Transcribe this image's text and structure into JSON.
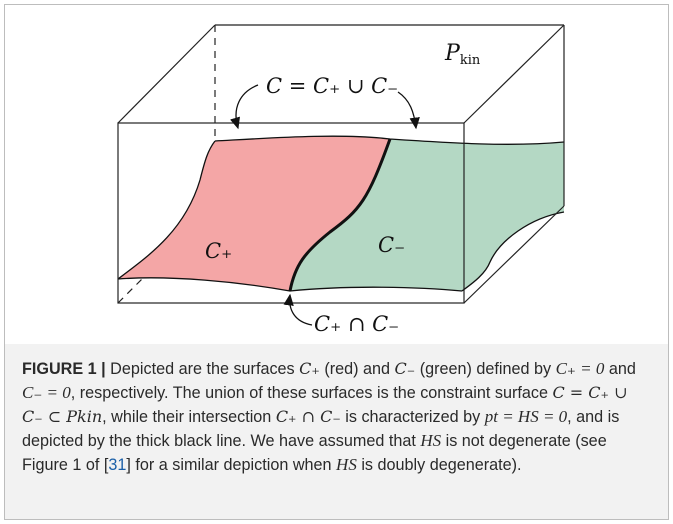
{
  "figure": {
    "labels": {
      "union_eq": "C = C₊ ∪ C₋",
      "c_plus": "C₊",
      "c_minus": "C₋",
      "intersection": "C₊ ∩ C₋",
      "p_kin": "P",
      "p_kin_sub": "kin"
    },
    "colors": {
      "red_surface": "#f4a6a6",
      "green_surface": "#b4d8c4",
      "edges": "#111111"
    }
  },
  "caption": {
    "label": "FIGURE 1 |",
    "segments": {
      "s1": " Depicted are the surfaces ",
      "m1": "C₊",
      "s2": " (red) and ",
      "m2": "C₋",
      "s3": " (green) defined by ",
      "m3": "C₊ = 0",
      "s4": " and ",
      "m4": "C₋ = 0",
      "s5": ", respectively. The union of these surfaces is the constraint surface ",
      "m5": "C = C₊ ∪ C₋ ⊂ Pkin",
      "s6": ", while their intersection ",
      "m6": "C₊ ∩ C₋",
      "s7": " is characterized by ",
      "m7": "pt = HS = 0",
      "s8": ", and is depicted by the thick black line. We have assumed that ",
      "m8": "HS",
      "s9": " is not degenerate (see Figure 1 of [",
      "ref": "31",
      "s10": "] for a similar depiction when ",
      "m9": "HS",
      "s11": " is doubly degenerate)."
    }
  }
}
